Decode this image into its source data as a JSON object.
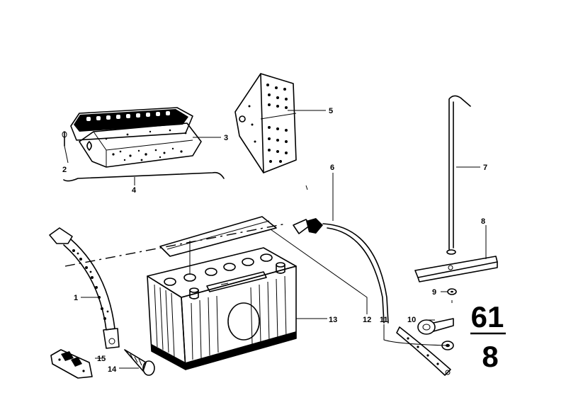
{
  "diagram": {
    "parts": [
      {
        "id": "1",
        "name": "battery-strap"
      },
      {
        "id": "2",
        "name": "pin"
      },
      {
        "id": "3",
        "name": "cell-cover"
      },
      {
        "id": "4",
        "name": "cell-cover-set"
      },
      {
        "id": "5",
        "name": "insulating-mat"
      },
      {
        "id": "6",
        "name": "battery-cable"
      },
      {
        "id": "7",
        "name": "hold-down-rod"
      },
      {
        "id": "8",
        "name": "clamping-bar"
      },
      {
        "id": "9",
        "name": "washer"
      },
      {
        "id": "10",
        "name": "ground-terminal"
      },
      {
        "id": "11",
        "name": "ground-strap"
      },
      {
        "id": "12",
        "name": "cover-plate"
      },
      {
        "id": "13",
        "name": "battery"
      },
      {
        "id": "14",
        "name": "screw-plug"
      },
      {
        "id": "15",
        "name": "terminal-clamp"
      }
    ],
    "section": {
      "group": "61",
      "subgroup": "8"
    }
  }
}
